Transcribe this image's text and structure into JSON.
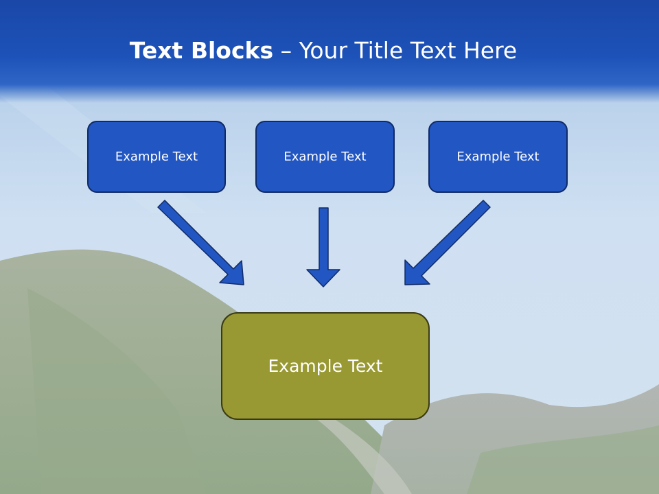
{
  "slide": {
    "title_bold": "Text Blocks",
    "title_rest": " – Your Title Text Here"
  },
  "blocks": {
    "top": [
      {
        "label": "Example Text"
      },
      {
        "label": "Example Text"
      },
      {
        "label": "Example Text"
      }
    ],
    "bottom": {
      "label": "Example Text"
    }
  },
  "colors": {
    "title_bar": "#1d52b8",
    "top_box_fill": "#2256c2",
    "top_box_border": "#0f2a66",
    "bottom_box_fill": "#999933",
    "bottom_box_border": "#3a3a14",
    "arrow_fill": "#2256c2"
  }
}
